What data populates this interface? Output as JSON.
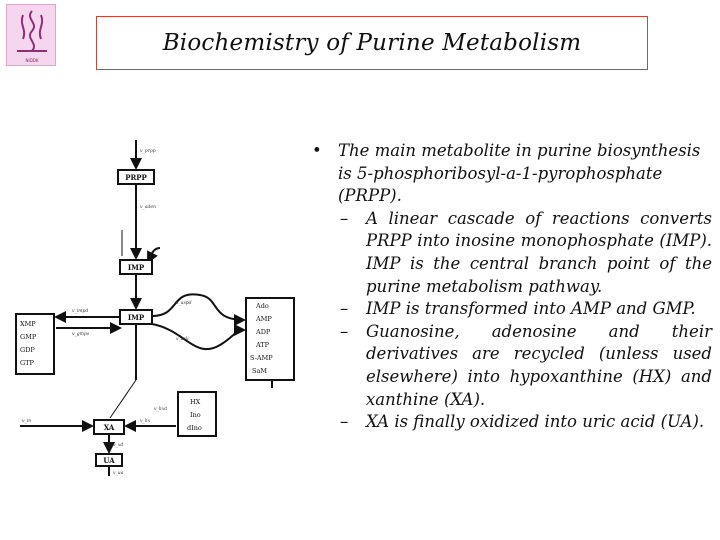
{
  "slide": {
    "title": "Biochemistry of Purine Metabolism"
  },
  "logo": {
    "icon": "university-seal-icon",
    "caption": "NIDDK"
  },
  "diagram": {
    "prpp": "PRPP",
    "imp_top": "IMP",
    "imp_mid": "IMP",
    "xa": "XA",
    "ua": "UA",
    "left_nodes": [
      "XMP",
      "GMP",
      "GDP",
      "GTP"
    ],
    "right_nodes": [
      "Ado",
      "AMP",
      "ADP",
      "ATP",
      "S-AMP",
      "SaM"
    ],
    "hx_nodes": [
      "HX",
      "Ino",
      "dIno"
    ],
    "flux_labels": [
      "v_prpp",
      "v_aden",
      "v_impd",
      "v_gmps",
      "v_aspd",
      "v_asli",
      "v_hxd",
      "v_xd",
      "v_ua",
      "v_in",
      "v_hx"
    ]
  },
  "content": {
    "bullet_symbol": "•",
    "dash_symbol": "–",
    "b1_pre": "The main metabolite in purine biosynthesis is ",
    "b1_em": "5-phosphoribosyl-a-1-pyrophosphate",
    "b1_post": " (PRPP).",
    "s1_pre": "A linear cascade of reactions converts PRPP into ",
    "s1_em": "inosine monophosphate",
    "s1_mid": " (",
    "s1_em2": "IMP",
    "s1_post": "). IMP is the central branch point of the purine metabolism pathway.",
    "s2": "IMP is transformed into AMP and GMP.",
    "s3_pre": "Guanosine, adenosine and their derivatives are recycled (unless used elsewhere) into ",
    "s3_em": "hypoxanthine",
    "s3_mid": " (HX) and ",
    "s3_em2": "xanthine",
    "s3_post": " (XA).",
    "s4_pre": "XA is finally oxidized into ",
    "s4_em": "uric acid",
    "s4_mid": " (",
    "s4_em2": "UA",
    "s4_post": ")."
  }
}
